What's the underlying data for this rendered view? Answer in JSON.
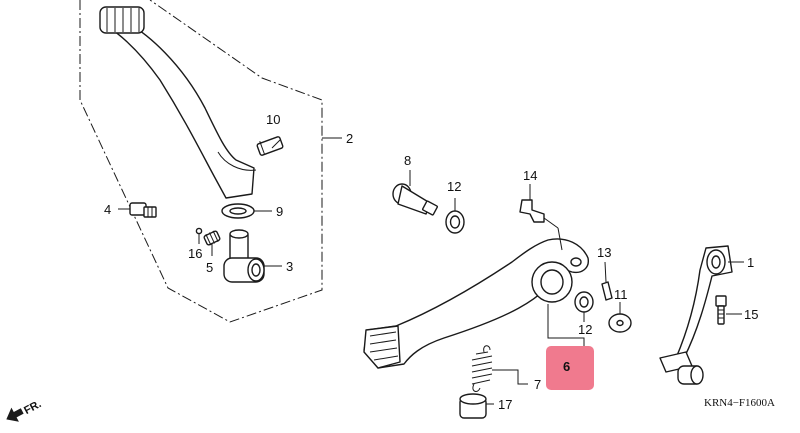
{
  "diagram": {
    "diagram_code": "KRN4−F1600A",
    "direction_label": "FR.",
    "highlight_color": "#f07a8e",
    "callouts": {
      "c1": "1",
      "c2": "2",
      "c3": "3",
      "c4": "4",
      "c5": "5",
      "c6": "6",
      "c7": "7",
      "c8": "8",
      "c9": "9",
      "c10": "10",
      "c11": "11",
      "c12a": "12",
      "c12b": "12",
      "c13": "13",
      "c14": "14",
      "c15": "15",
      "c16": "16",
      "c17": "17"
    }
  }
}
